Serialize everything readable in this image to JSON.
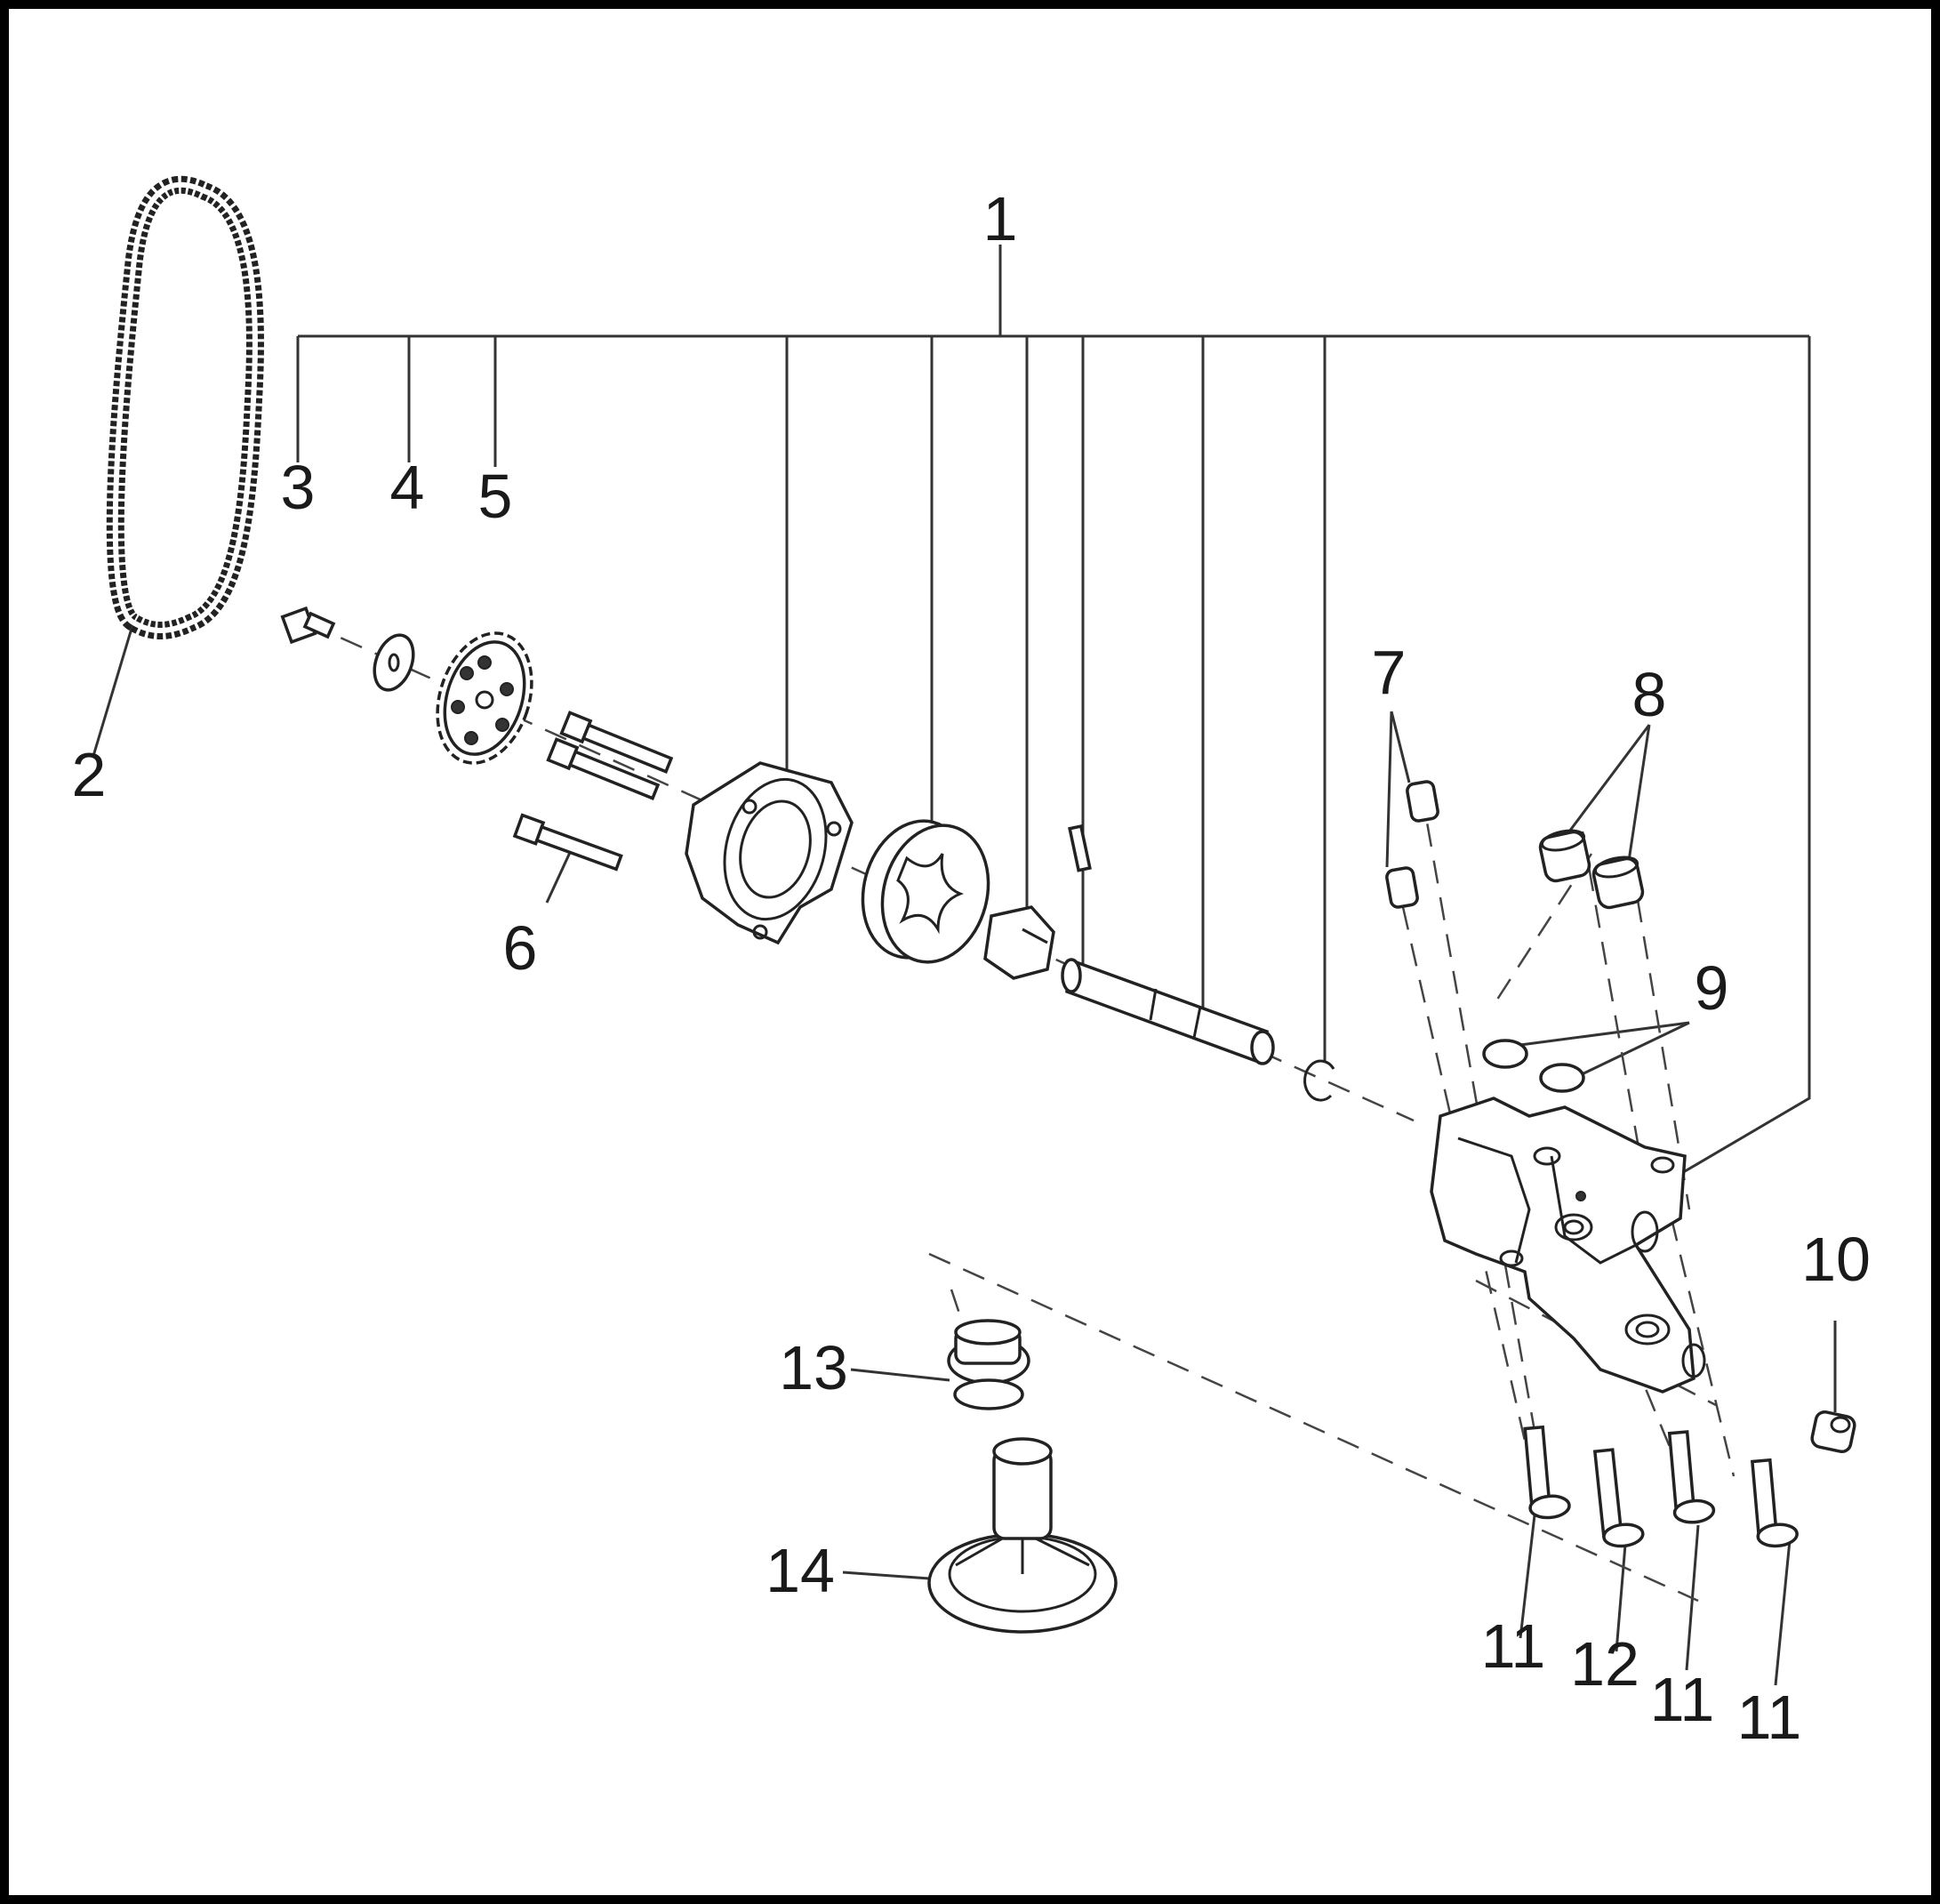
{
  "diagram": {
    "callouts": [
      {
        "id": "c1",
        "text": "1"
      },
      {
        "id": "c2",
        "text": "2"
      },
      {
        "id": "c3",
        "text": "3"
      },
      {
        "id": "c4",
        "text": "4"
      },
      {
        "id": "c5",
        "text": "5"
      },
      {
        "id": "c6",
        "text": "6"
      },
      {
        "id": "c7",
        "text": "7"
      },
      {
        "id": "c8",
        "text": "8"
      },
      {
        "id": "c9",
        "text": "9"
      },
      {
        "id": "c10",
        "text": "10"
      },
      {
        "id": "c11a",
        "text": "11"
      },
      {
        "id": "c12",
        "text": "12"
      },
      {
        "id": "c11b",
        "text": "11"
      },
      {
        "id": "c11c",
        "text": "11"
      },
      {
        "id": "c13",
        "text": "13"
      },
      {
        "id": "c14",
        "text": "14"
      }
    ],
    "line_color": "#333333",
    "frame_color": "#000000"
  }
}
